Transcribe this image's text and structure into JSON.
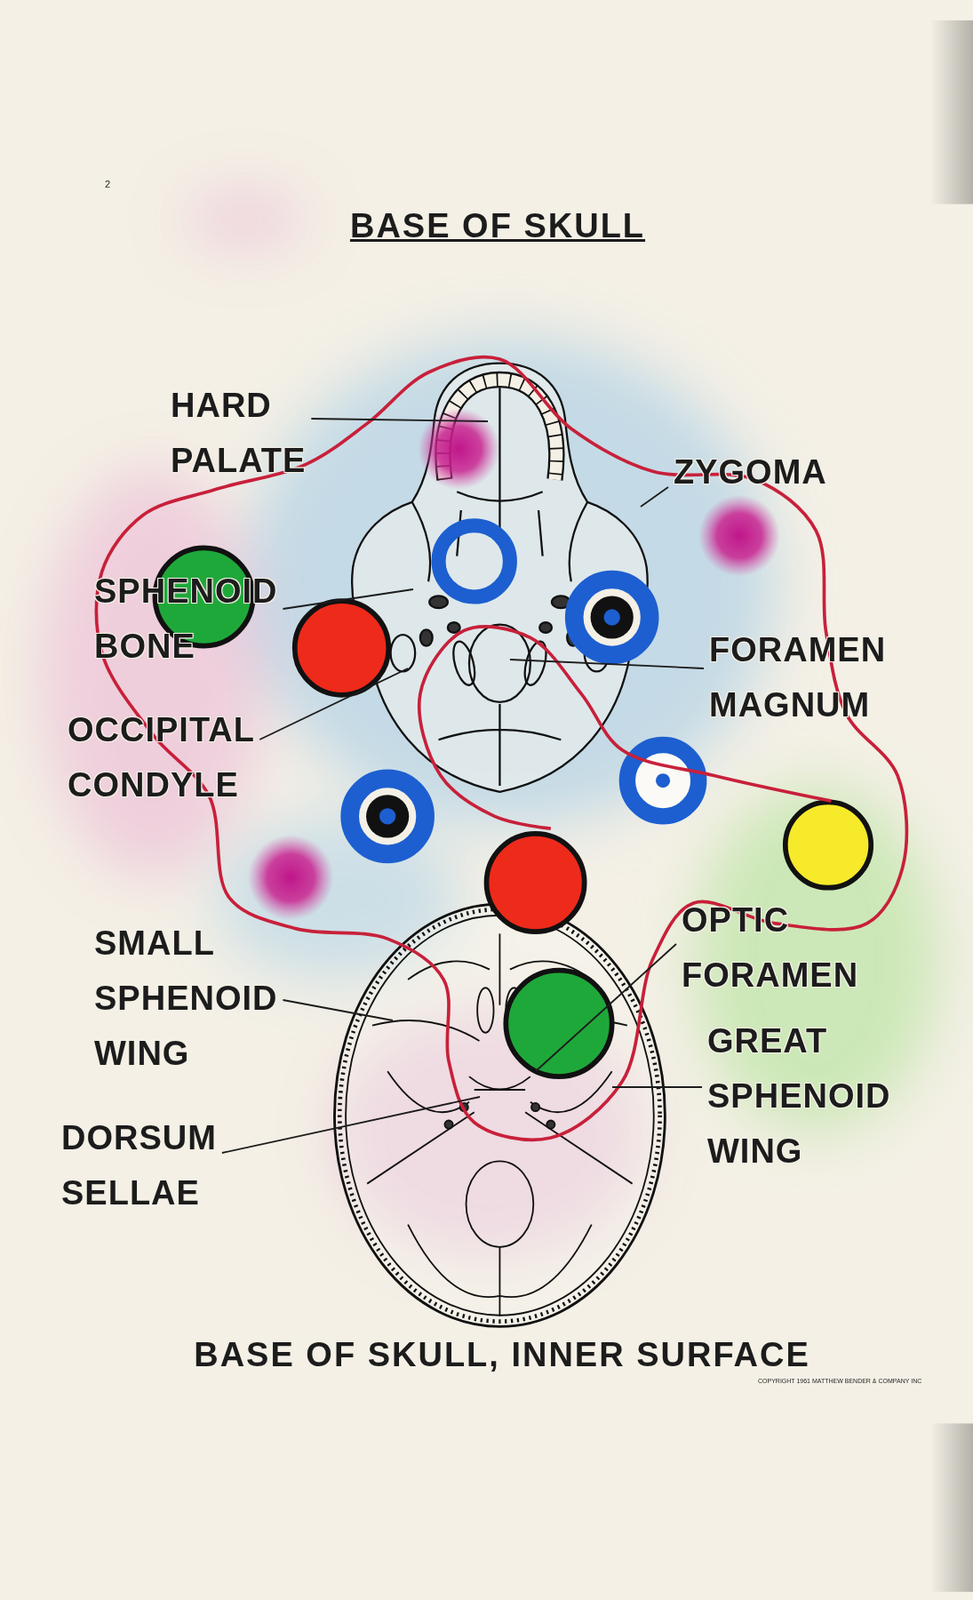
{
  "diagram": {
    "title": "BASE OF SKULL",
    "caption": "BASE OF SKULL, INNER SURFACE",
    "labels": [
      "2",
      "HARD PALATE",
      "ZYGOMA",
      "SPHENOID BONE",
      "FORAMEN MAGNUM",
      "OCCIPITAL CONDYLE",
      "SMALL SPHENOID WING",
      "OPTIC FORAMEN",
      "GREAT SPHENOID WING",
      "DORSUM SELLAE",
      "COPYRIGHT 1961 MATTHEW BENDER & COMPANY INC"
    ]
  }
}
